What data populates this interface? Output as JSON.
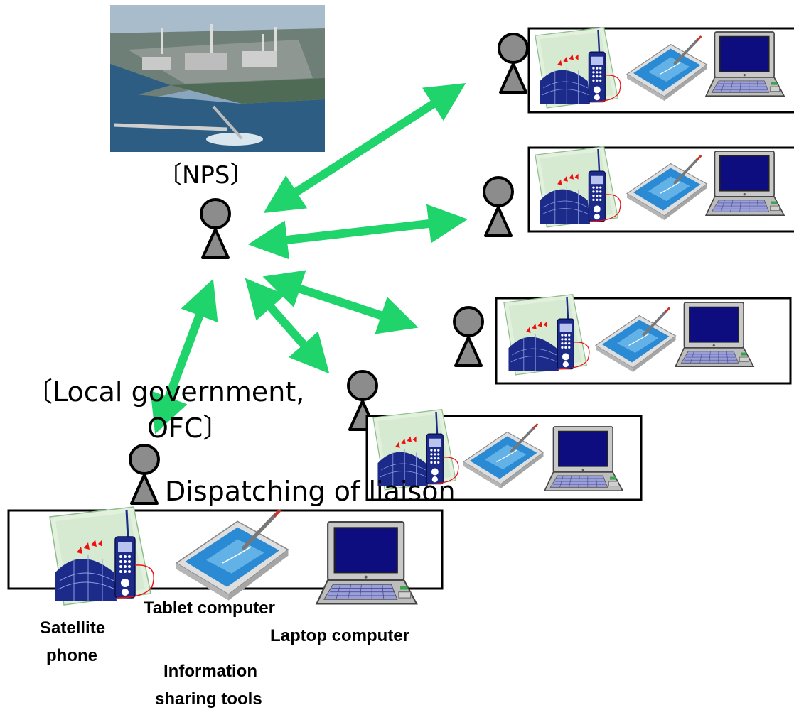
{
  "labels": {
    "nps": "〔NPS〕",
    "local_gov": "〔Local government,",
    "ofc": "OFC〕",
    "dispatching": "Dispatching of liaison",
    "tablet": "Tablet computer",
    "laptop": "Laptop computer",
    "satellite_line1": "Satellite",
    "satellite_line2": "phone",
    "info_line1": "Information",
    "info_line2": "sharing tools"
  },
  "colors": {
    "arrow": "#1fd46a",
    "person_fill": "#8c8c8c",
    "person_stroke": "#000000",
    "box_stroke": "#000000",
    "screen": "#0d0d80",
    "card_bg": "#d9ecd6",
    "globe": "#1c2a8a",
    "phone": "#1c2a8a",
    "sea": "#2d5d83"
  },
  "icons": [
    "satellite-phone-icon",
    "tablet-computer-icon",
    "laptop-computer-icon",
    "person-icon",
    "photo-nps"
  ]
}
